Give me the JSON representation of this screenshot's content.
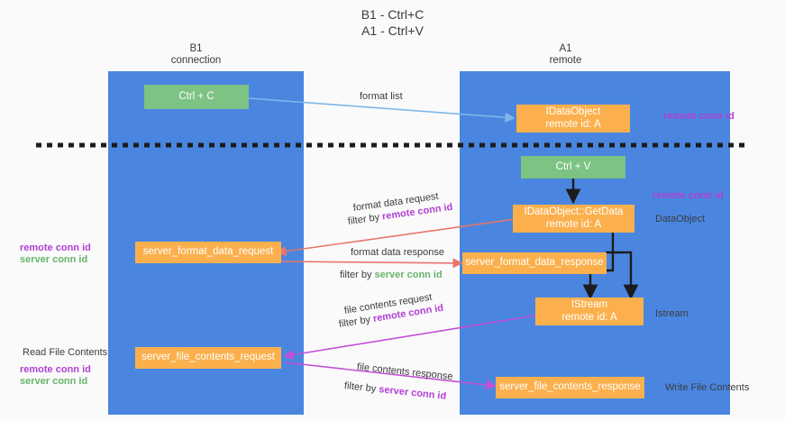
{
  "diagram": {
    "title_line1": "B1 - Ctrl+C",
    "title_line2": "A1 - Ctrl+V",
    "lanes": [
      {
        "name": "B1",
        "sub": "connection",
        "header": "B1\nconnection"
      },
      {
        "name": "A1",
        "sub": "remote",
        "header": "A1\nremote"
      }
    ],
    "colors": {
      "lane_blue": "#4a86e0",
      "box_green": "#7dc383",
      "box_orange": "#fbb04d",
      "arrow_blue": "#7fb6e8",
      "arrow_red": "#e8756b",
      "arrow_magenta": "#c44fd8",
      "arrow_black": "#1c1c1c",
      "text_purple": "#b13fd4",
      "text_green": "#66b56c",
      "background": "#fafafa"
    },
    "boxes": {
      "ctrl_c": "Ctrl + C",
      "ctrl_v": "Ctrl + V",
      "idataobject_l1": "IDataObject",
      "idataobject_l2": "remote id: A",
      "getdata_l1": "IDataObject::GetData",
      "getdata_l2": "remote id: A",
      "istream_l1": "IStream",
      "istream_l2": "remote id: A",
      "server_format_data_request": "server_format_data_request",
      "server_format_data_response": "server_format_data_response",
      "server_file_contents_request": "server_file_contents_request",
      "server_file_contents_response": "server_file_contents_response"
    },
    "arrow_labels": {
      "format_list": "format list",
      "format_data_request": "format data request",
      "format_data_request_filter_prefix": "filter by ",
      "format_data_request_filter_key": "remote conn id",
      "format_data_response": "format data response",
      "format_data_response_filter_prefix": "filter by ",
      "format_data_response_filter_key": "server conn id",
      "file_contents_request": "file contents request",
      "file_contents_request_filter_prefix": "filter by ",
      "file_contents_request_filter_key": "remote conn id",
      "file_contents_response": "file contents response",
      "file_contents_response_filter_prefix": "filter by ",
      "file_contents_response_filter_key": "server conn id"
    },
    "side_labels": {
      "right_remote_conn_id_top": "remote conn id",
      "right_remote_conn_id_mid": "remote conn id",
      "right_dataobject": "DataObject",
      "right_istream": "Istream",
      "right_write_file_contents": "Write File Contents",
      "left_remote_conn_id_mid": "remote conn id",
      "left_server_conn_id_mid": "server conn id",
      "left_read_file_contents": "Read File Contents",
      "left_remote_conn_id_bottom": "remote conn id",
      "left_server_conn_id_bottom": "server conn id"
    }
  }
}
